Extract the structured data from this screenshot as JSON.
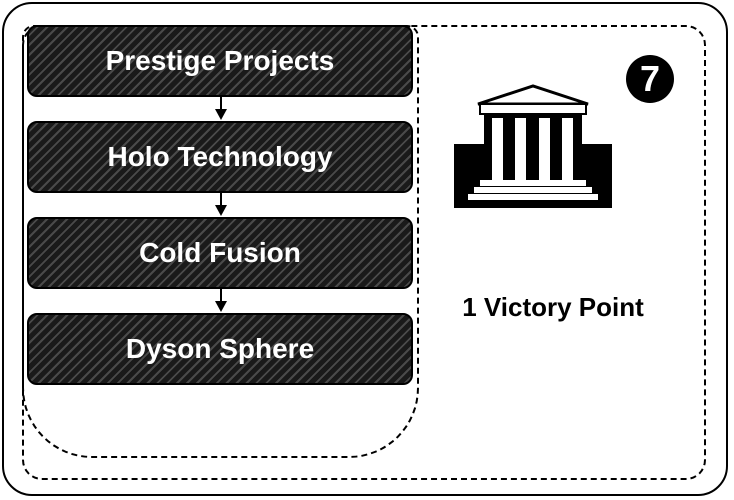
{
  "card": {
    "techs": [
      {
        "label": "Prestige Projects"
      },
      {
        "label": "Holo Technology"
      },
      {
        "label": "Cold Fusion"
      },
      {
        "label": "Dyson Sphere"
      }
    ],
    "badge_number": "7",
    "reward_label": "1 Victory Point",
    "icon": "temple-icon"
  }
}
